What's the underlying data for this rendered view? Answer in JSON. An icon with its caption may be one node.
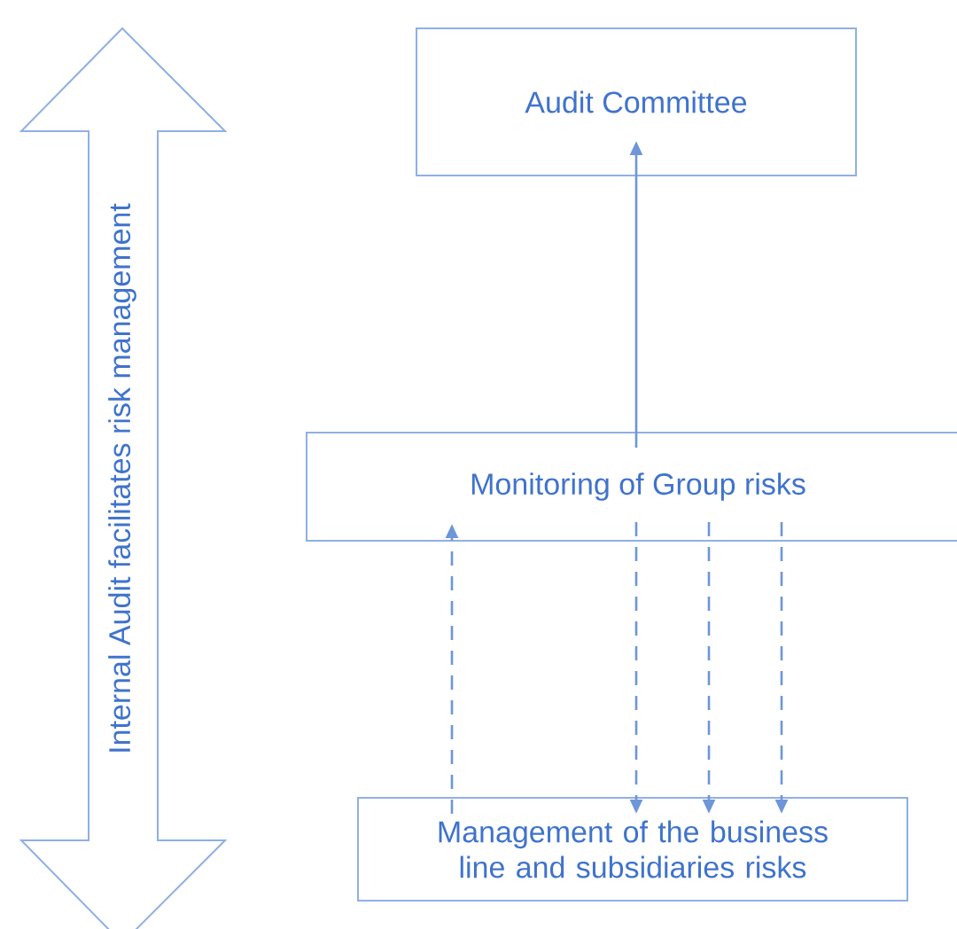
{
  "diagram": {
    "nodes": [
      {
        "text": [
          "Audit Committee"
        ]
      },
      {
        "text": [
          "Monitoring of Group risks"
        ]
      },
      {
        "text": [
          "Management of the business line and subsidiaries risks"
        ]
      },
      {
        "text": [
          "Internal Audit facilitates risk management"
        ]
      }
    ],
    "edges": [
      {
        "from": 1,
        "to": 0,
        "arrow": "to"
      },
      {
        "from": 2,
        "to": 1,
        "arrow": "to",
        "style": "dashed"
      },
      {
        "from": 1,
        "to": 2,
        "arrow": "to",
        "style": "dashed"
      },
      {
        "from": 1,
        "to": 2,
        "arrow": "to",
        "style": "dashed"
      },
      {
        "from": 1,
        "to": 2,
        "arrow": "to",
        "style": "dashed"
      }
    ]
  }
}
